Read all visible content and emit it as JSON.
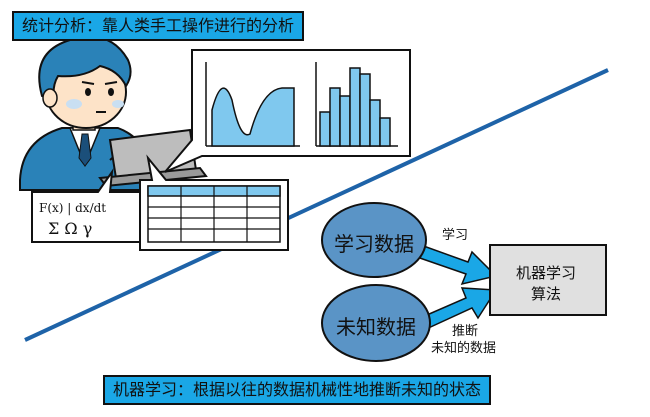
{
  "top_banner": {
    "text": "统计分析：靠人类手工操作进行的分析"
  },
  "bottom_banner": {
    "text": "机器学习：根据以往的数据机械性地推断未知的状态"
  },
  "formulas": {
    "line1": "F(x)  |  dx/dt",
    "line2": "Σ  Ω  γ"
  },
  "nodes": {
    "learning_data": "学习数据",
    "unknown_data": "未知数据",
    "algorithm_line1": "机器学习",
    "algorithm_line2": "算法"
  },
  "edge_labels": {
    "learn": "学习",
    "infer_line1": "推断",
    "infer_line2": "未知的数据"
  },
  "colors": {
    "accent_blue": "#1aa7e6",
    "chart_fill": "#7fc8ee",
    "node_fill": "#5a94c6",
    "box_fill": "#e0e0e0",
    "skin": "#fde3c8"
  }
}
